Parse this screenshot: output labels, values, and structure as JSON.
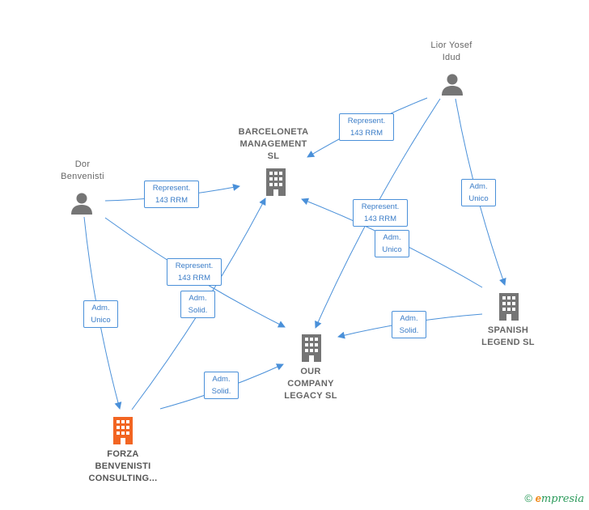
{
  "nodes": {
    "lior": {
      "label": "Lior Yosef\nIdud",
      "type": "person"
    },
    "dor": {
      "label": "Dor\nBenvenisti",
      "type": "person"
    },
    "barceloneta": {
      "label": "BARCELONETA\nMANAGEMENT\nSL",
      "type": "company"
    },
    "spanish": {
      "label": "SPANISH\nLEGEND SL",
      "type": "company"
    },
    "ourcompany": {
      "label": "OUR\nCOMPANY\nLEGACY  SL",
      "type": "company"
    },
    "forza": {
      "label": "FORZA\nBENVENISTI\nCONSULTING...",
      "type": "company",
      "highlighted": true
    }
  },
  "edges": [
    {
      "id": "e1",
      "from": "lior",
      "to": "barceloneta",
      "label": "Represent.\n143 RRM"
    },
    {
      "id": "e2",
      "from": "lior",
      "to": "ourcompany",
      "label": "Represent.\n143 RRM"
    },
    {
      "id": "e3",
      "from": "lior",
      "to": "spanish",
      "label": "Adm.\nUnico"
    },
    {
      "id": "e4",
      "from": "dor",
      "to": "barceloneta",
      "label": "Represent.\n143 RRM"
    },
    {
      "id": "e5",
      "from": "dor",
      "to": "ourcompany",
      "label": "Represent.\n143 RRM"
    },
    {
      "id": "e6",
      "from": "dor",
      "to": "forza",
      "label": "Adm.\nUnico"
    },
    {
      "id": "e7",
      "from": "spanish",
      "to": "barceloneta",
      "label": "Adm.\nUnico"
    },
    {
      "id": "e8",
      "from": "spanish",
      "to": "ourcompany",
      "label": "Adm.\nSolid."
    },
    {
      "id": "e9",
      "from": "forza",
      "to": "barceloneta",
      "label": "Adm.\nSolid."
    },
    {
      "id": "e10",
      "from": "forza",
      "to": "ourcompany",
      "label": "Adm.\nSolid."
    }
  ],
  "colors": {
    "edge": "#4a90d9",
    "node_icon": "#757575",
    "highlight_icon": "#f26522",
    "label_text": "#3a7cc7"
  },
  "brand": {
    "symbol": "©",
    "initial": "e",
    "rest": "mpresia"
  }
}
